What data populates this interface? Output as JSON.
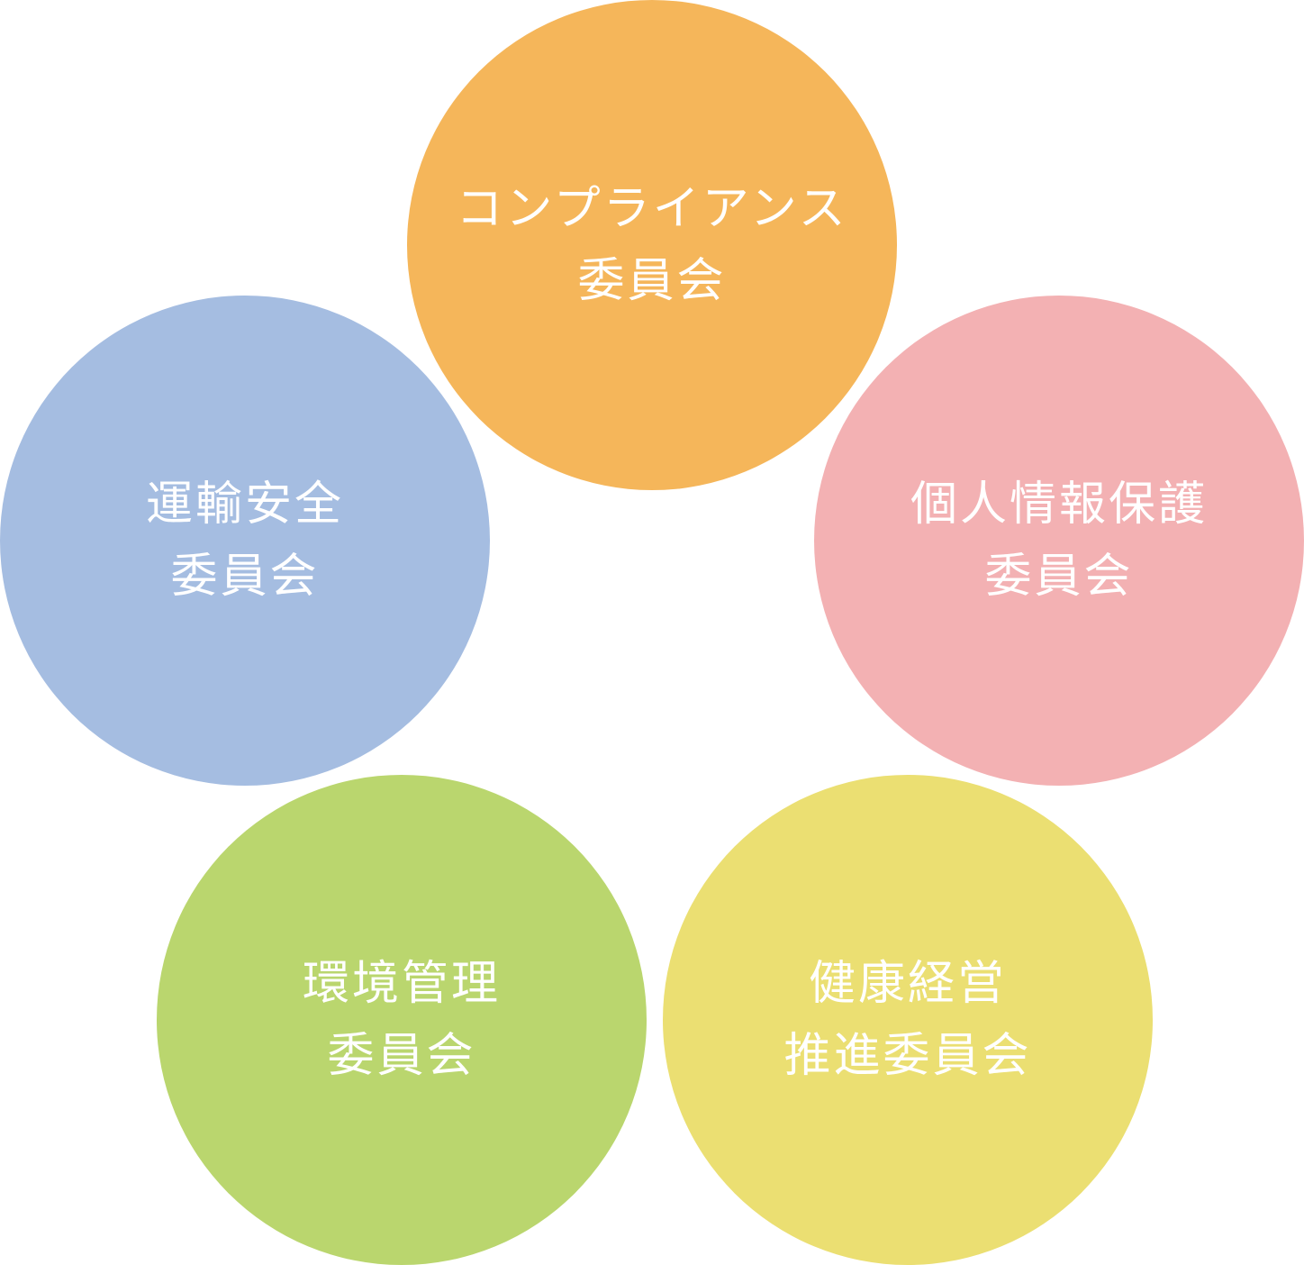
{
  "committees": [
    {
      "id": "compliance",
      "lines": [
        "コンプライアンス",
        "委員会"
      ],
      "color": "#F5B65A"
    },
    {
      "id": "privacy",
      "lines": [
        "個人情報保護",
        "委員会"
      ],
      "color": "#F3B1B3"
    },
    {
      "id": "transport-safety",
      "lines": [
        "運輸安全",
        "委員会"
      ],
      "color": "#A5BDE1"
    },
    {
      "id": "environment",
      "lines": [
        "環境管理",
        "委員会"
      ],
      "color": "#BAD66E"
    },
    {
      "id": "health",
      "lines": [
        "健康経営",
        "推進委員会"
      ],
      "color": "#EBDF72"
    }
  ]
}
